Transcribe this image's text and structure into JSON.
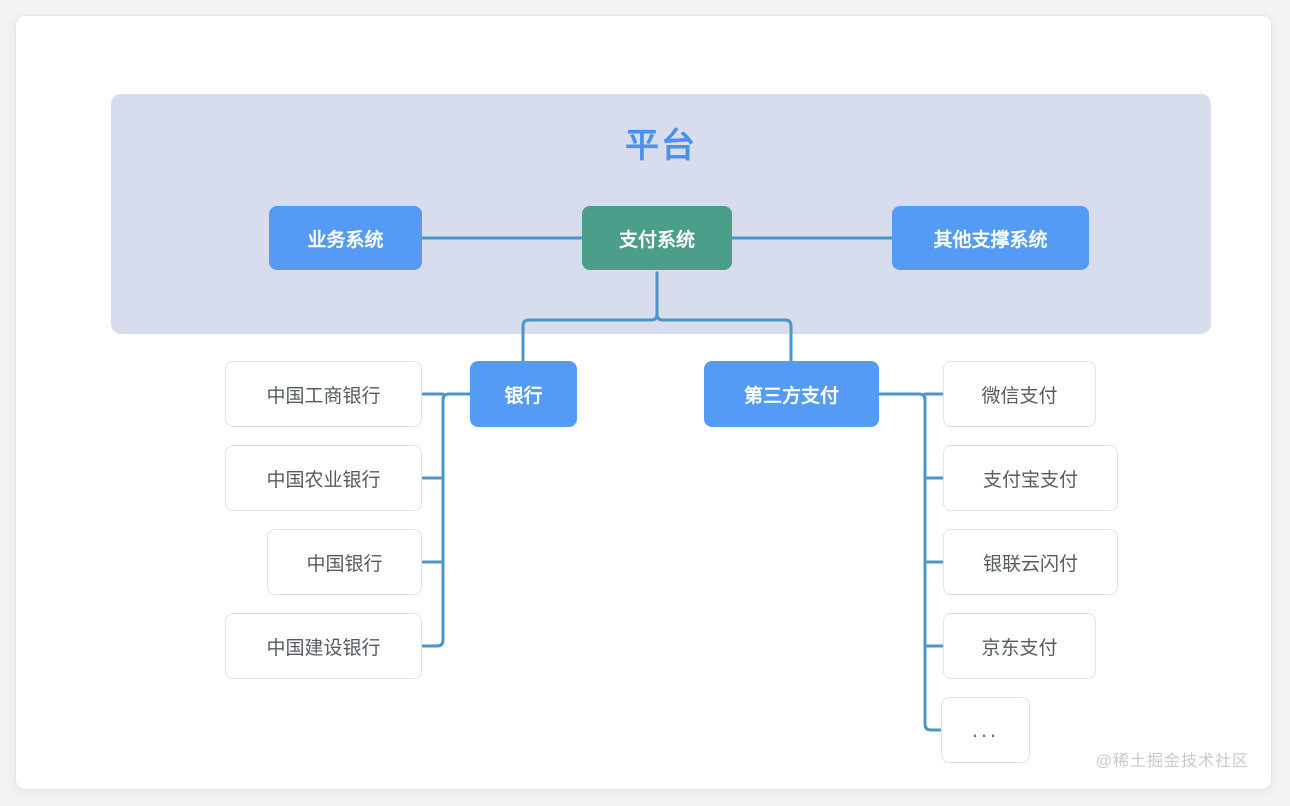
{
  "diagram": {
    "type": "org-chart",
    "platform": {
      "title": "平台",
      "panel_color": "#d8dded",
      "title_color": "#4b8ff0"
    },
    "colors": {
      "node_blue": "#559bf5",
      "node_teal": "#4a9e8a",
      "leaf_border": "#e2e2e2",
      "connector": "#4a97c4",
      "card_background": "#ffffff",
      "page_background": "#f3f3f3"
    },
    "tier1": [
      {
        "id": "business-system",
        "label": "业务系统",
        "style": "blue"
      },
      {
        "id": "payment-system",
        "label": "支付系统",
        "style": "teal"
      },
      {
        "id": "other-support-system",
        "label": "其他支撑系统",
        "style": "blue"
      }
    ],
    "tier2": [
      {
        "id": "bank",
        "label": "银行",
        "style": "blue"
      },
      {
        "id": "third-party-payment",
        "label": "第三方支付",
        "style": "blue"
      }
    ],
    "bank_children": [
      {
        "id": "icbc",
        "label": "中国工商银行"
      },
      {
        "id": "abc",
        "label": "中国农业银行"
      },
      {
        "id": "boc",
        "label": "中国银行"
      },
      {
        "id": "ccb",
        "label": "中国建设银行"
      }
    ],
    "third_party_children": [
      {
        "id": "wechat-pay",
        "label": "微信支付"
      },
      {
        "id": "alipay",
        "label": "支付宝支付"
      },
      {
        "id": "unionpay-quickpass",
        "label": "银联云闪付"
      },
      {
        "id": "jd-pay",
        "label": "京东支付"
      },
      {
        "id": "more",
        "label": "..."
      }
    ]
  },
  "watermark": {
    "text": "@稀土掘金技术社区"
  }
}
